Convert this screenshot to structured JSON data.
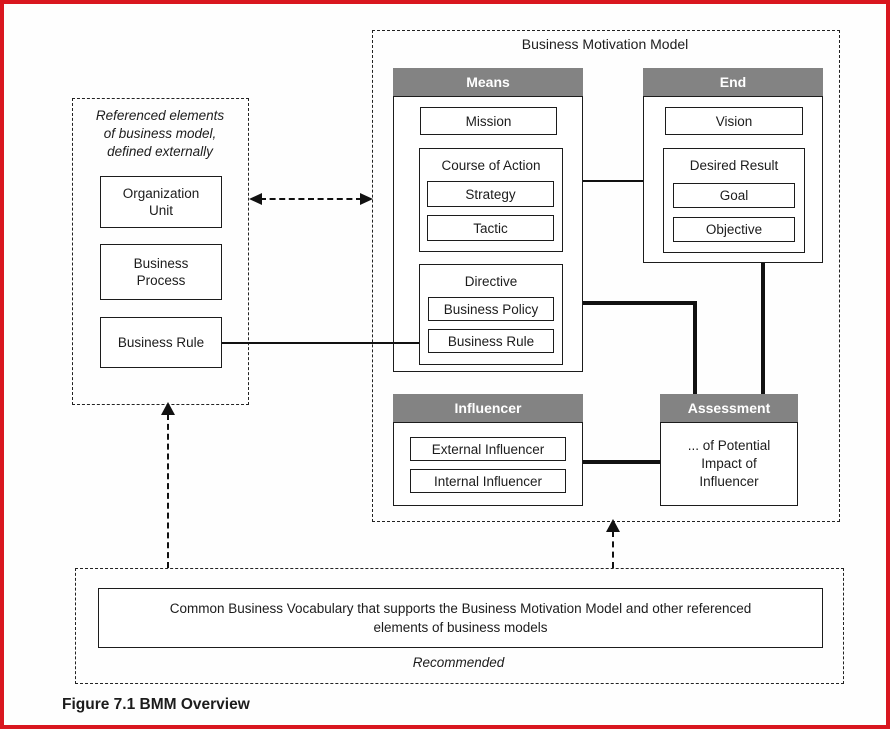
{
  "figure": {
    "caption": "Figure 7.1 BMM Overview"
  },
  "colors": {
    "frame_red": "#d9161f",
    "header_gray": "#838383",
    "line_black": "#111111"
  },
  "bmm": {
    "title": "Business Motivation Model",
    "means": {
      "header": "Means",
      "mission": "Mission",
      "course_of_action": {
        "label": "Course of Action",
        "strategy": "Strategy",
        "tactic": "Tactic"
      },
      "directive": {
        "label": "Directive",
        "business_policy": "Business Policy",
        "business_rule": "Business Rule"
      }
    },
    "end": {
      "header": "End",
      "vision": "Vision",
      "desired_result": {
        "label": "Desired Result",
        "goal": "Goal",
        "objective": "Objective"
      }
    },
    "influencer": {
      "header": "Influencer",
      "external": "External Influencer",
      "internal": "Internal Influencer"
    },
    "assessment": {
      "header": "Assessment",
      "note": "... of Potential\nImpact of\nInfluencer"
    }
  },
  "referenced": {
    "caption": "Referenced elements\nof business model,\ndefined externally",
    "organization_unit": "Organization\nUnit",
    "business_process": "Business\nProcess",
    "business_rule": "Business Rule"
  },
  "vocabulary": {
    "text": "Common Business Vocabulary that supports the Business Motivation Model and other referenced\nelements of business models",
    "recommended": "Recommended"
  }
}
